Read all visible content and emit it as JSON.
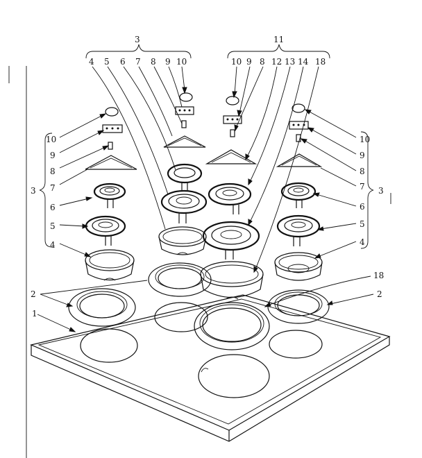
{
  "diagram": {
    "type": "exploded parts diagram",
    "callouts": {
      "brace_left_top": "3",
      "brace_right_top": "11",
      "left_top_row": [
        "4",
        "5",
        "6",
        "7",
        "8",
        "9",
        "10"
      ],
      "right_top_row": [
        "10",
        "9",
        "8",
        "12",
        "13",
        "14",
        "18"
      ],
      "left_side": [
        "10",
        "9",
        "8",
        "7",
        "6",
        "5",
        "4"
      ],
      "left_brace": "3",
      "right_side": [
        "10",
        "9",
        "8",
        "7",
        "6",
        "5",
        "4"
      ],
      "right_brace": "3",
      "trim_ring_left": "2",
      "trim_ring_right": "2",
      "large_trim_ring": "18",
      "cooktop_panel": "1"
    }
  }
}
